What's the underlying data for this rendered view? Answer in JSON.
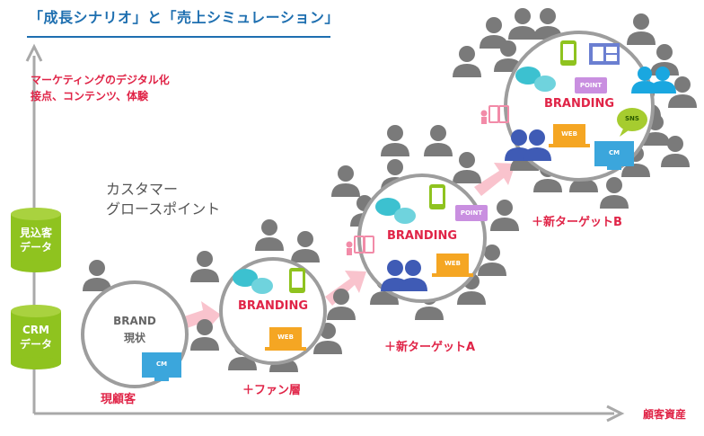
{
  "title": "「成長シナリオ」と「売上シミュレーション」",
  "digital": {
    "line1": "マーケティングのデジタル化",
    "line2": "接点、コンテンツ、体験"
  },
  "customer_point": {
    "line1": "カスタマー",
    "line2": "グロースポイント"
  },
  "databases": {
    "prospect": {
      "line1": "見込客",
      "line2": "データ"
    },
    "crm": {
      "line1": "CRM",
      "line2": "データ"
    }
  },
  "x_axis_label": "顧客資産",
  "stages": [
    {
      "title_line1": "BRAND",
      "title_line2": "現状",
      "caption": "現顧客"
    },
    {
      "title_line1": "BRANDING",
      "caption": "＋ファン層"
    },
    {
      "title_line1": "BRANDING",
      "caption": "＋新ターゲットA"
    },
    {
      "title_line1": "BRANDING",
      "caption": "＋新ターゲットB"
    }
  ],
  "icon_labels": {
    "cm": "CM",
    "web": "WEB",
    "point": "POINT",
    "sns": "SNS"
  },
  "colors": {
    "title": "#1e6fb0",
    "accent_red": "#e02447",
    "cylinder_green": "#8fc31f",
    "circle_gray": "#9d9d9d",
    "person_gray": "#7a7a7a",
    "arrow_pink": "#f9c3cd"
  }
}
